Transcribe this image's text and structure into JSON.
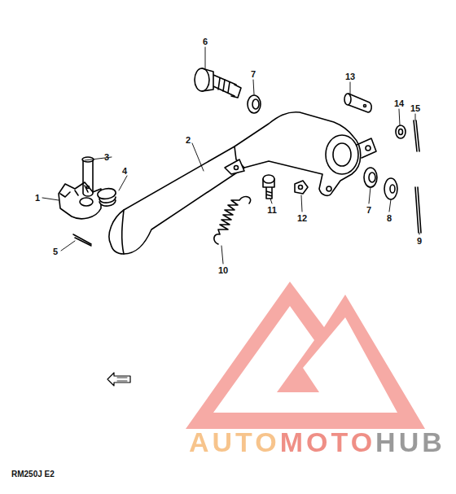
{
  "diagram": {
    "labels": [
      "1",
      "2",
      "3",
      "4",
      "5",
      "6",
      "7",
      "13",
      "14",
      "15",
      "11",
      "12",
      "7",
      "8",
      "9",
      "10",
      "RM250J E2",
      "AUTOMOTOHUB"
    ]
  }
}
